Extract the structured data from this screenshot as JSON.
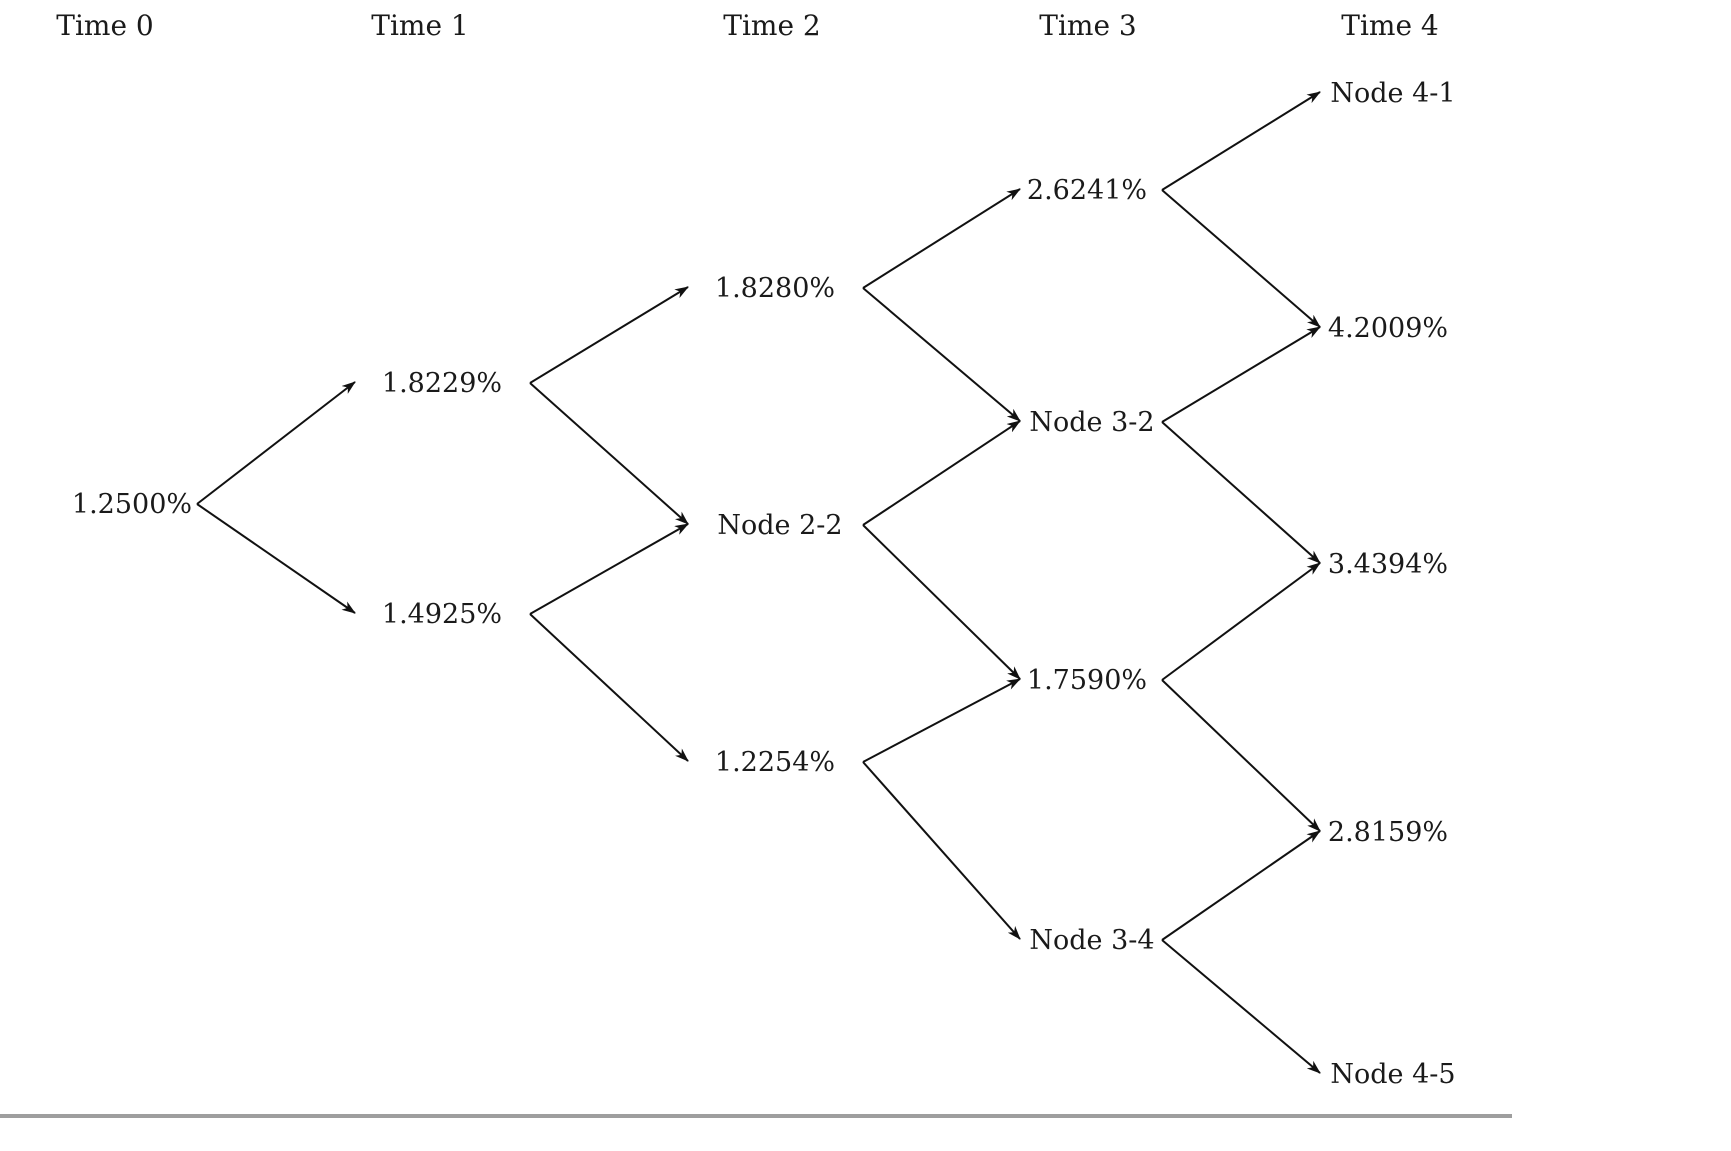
{
  "headers": [
    "Time 0",
    "Time 1",
    "Time 2",
    "Time 3",
    "Time 4"
  ],
  "nodes": [
    {
      "id": "n0",
      "label": "1.2500%"
    },
    {
      "id": "n1u",
      "label": "1.8229%"
    },
    {
      "id": "n1d",
      "label": "1.4925%"
    },
    {
      "id": "n2u",
      "label": "1.8280%"
    },
    {
      "id": "n2m",
      "label": "Node 2-2"
    },
    {
      "id": "n2d",
      "label": "1.2254%"
    },
    {
      "id": "n3a",
      "label": "2.6241%"
    },
    {
      "id": "n3b",
      "label": "Node 3-2"
    },
    {
      "id": "n3c",
      "label": "1.7590%"
    },
    {
      "id": "n3d",
      "label": "Node 3-4"
    },
    {
      "id": "n4a",
      "label": "Node 4-1"
    },
    {
      "id": "n4b",
      "label": "4.2009%"
    },
    {
      "id": "n4c",
      "label": "3.4394%"
    },
    {
      "id": "n4d",
      "label": "2.8159%"
    },
    {
      "id": "n4e",
      "label": "Node 4-5"
    }
  ],
  "edges": [
    [
      "n0",
      "n1u"
    ],
    [
      "n0",
      "n1d"
    ],
    [
      "n1u",
      "n2u"
    ],
    [
      "n1u",
      "n2m"
    ],
    [
      "n1d",
      "n2m"
    ],
    [
      "n1d",
      "n2d"
    ],
    [
      "n2u",
      "n3a"
    ],
    [
      "n2u",
      "n3b"
    ],
    [
      "n2m",
      "n3b"
    ],
    [
      "n2m",
      "n3c"
    ],
    [
      "n2d",
      "n3c"
    ],
    [
      "n2d",
      "n3d"
    ],
    [
      "n3a",
      "n4a"
    ],
    [
      "n3a",
      "n4b"
    ],
    [
      "n3b",
      "n4b"
    ],
    [
      "n3b",
      "n4c"
    ],
    [
      "n3c",
      "n4c"
    ],
    [
      "n3c",
      "n4d"
    ],
    [
      "n3d",
      "n4d"
    ],
    [
      "n3d",
      "n4e"
    ]
  ]
}
